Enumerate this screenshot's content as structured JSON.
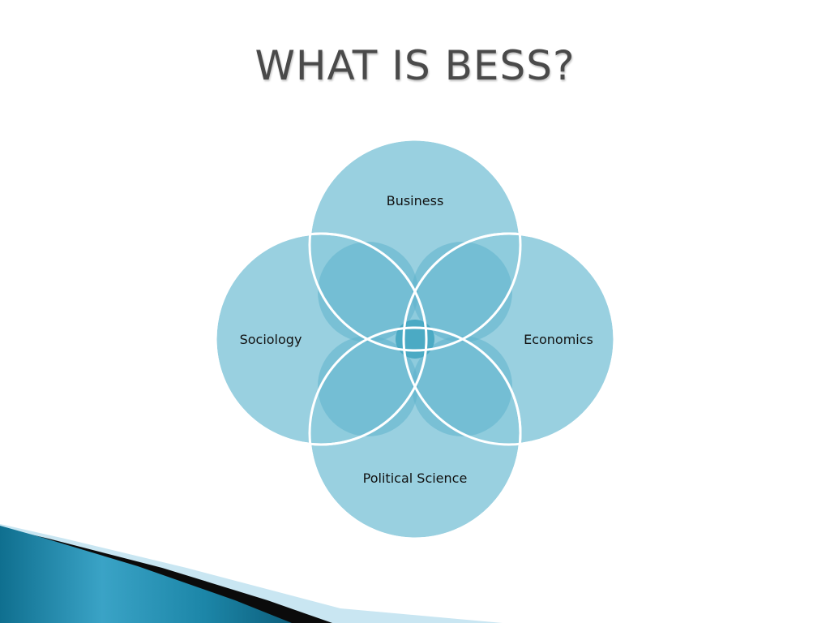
{
  "slide": {
    "title": "WHAT IS BESS?"
  },
  "diagram": {
    "type": "venn",
    "fill_color": "#8ecbdd",
    "overlap_color": "#5fb3cc",
    "center_color": "#3fa4bf",
    "stroke_color": "#ffffff",
    "circles": [
      {
        "id": "business",
        "label": "Business"
      },
      {
        "id": "economics",
        "label": "Economics"
      },
      {
        "id": "political-science",
        "label": "Political Science"
      },
      {
        "id": "sociology",
        "label": "Sociology"
      }
    ]
  },
  "decoration": {
    "accent_color": "#2f8fb0",
    "accent_light_color": "#c9e6f2",
    "accent_dark_color": "#0b0b0b"
  }
}
